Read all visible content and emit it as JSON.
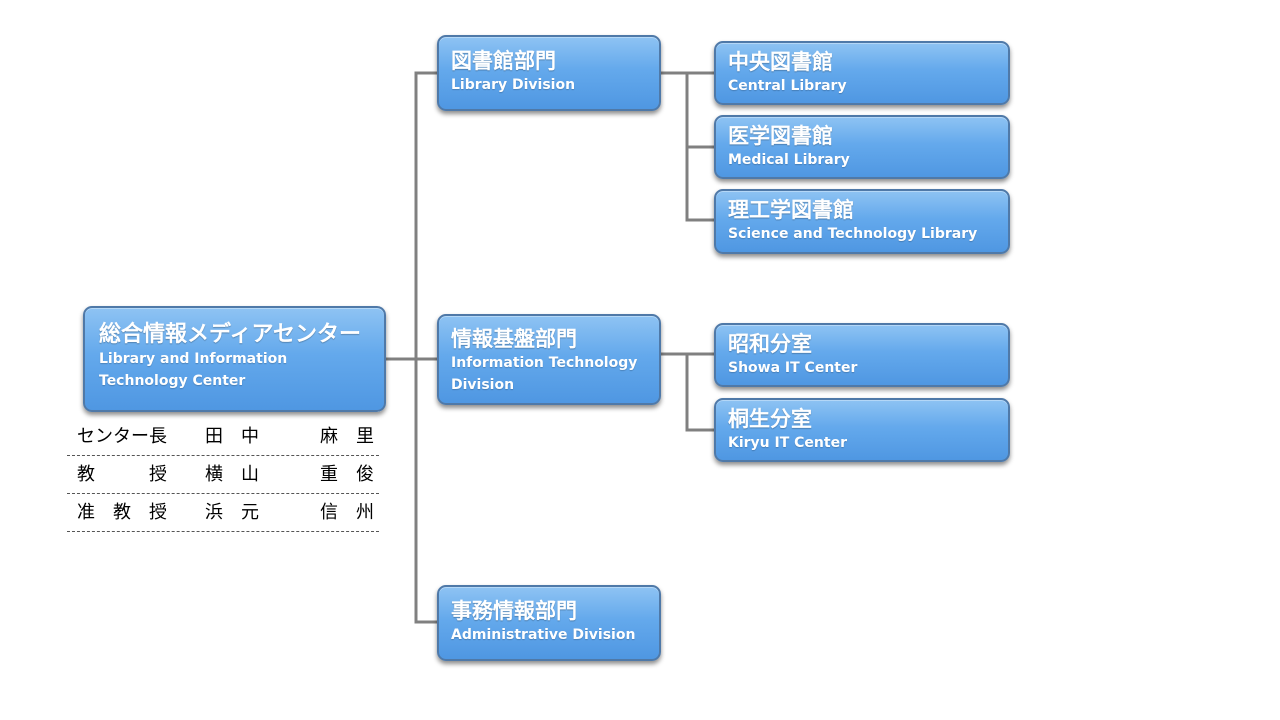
{
  "root": {
    "name_jp": "総合情報メディアセンター",
    "name_en": "Library and Information Technology Center"
  },
  "staff": [
    {
      "title": "センター長",
      "surname": "田　中",
      "given": "麻　里"
    },
    {
      "title": "教　　　授",
      "surname": "横　山",
      "given": "重　俊"
    },
    {
      "title": "准　教　授",
      "surname": "浜　元",
      "given": "信　州"
    }
  ],
  "divisions": [
    {
      "name_jp": "図書館部門",
      "name_en": "Library Division",
      "units": [
        {
          "name_jp": "中央図書館",
          "name_en": "Central Library"
        },
        {
          "name_jp": "医学図書館",
          "name_en": "Medical Library"
        },
        {
          "name_jp": "理工学図書館",
          "name_en": "Science and Technology Library"
        }
      ]
    },
    {
      "name_jp": "情報基盤部門",
      "name_en": "Information Technology Division",
      "units": [
        {
          "name_jp": "昭和分室",
          "name_en": "Showa IT Center"
        },
        {
          "name_jp": "桐生分室",
          "name_en": "Kiryu IT Center"
        }
      ]
    },
    {
      "name_jp": "事務情報部門",
      "name_en": "Administrative Division",
      "units": []
    }
  ],
  "colors": {
    "box_fill": "#64a9ec",
    "box_border": "#4f79a8",
    "connector": "#808080",
    "text": "#ffffff"
  }
}
